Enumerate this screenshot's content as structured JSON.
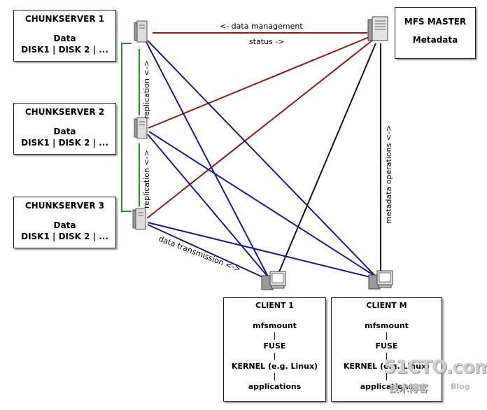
{
  "chunkservers": [
    {
      "title": "CHUNKSERVER 1",
      "data_label": "Data",
      "disks": "DISK1 | DISK 2 | ..."
    },
    {
      "title": "CHUNKSERVER 2",
      "data_label": "Data",
      "disks": "DISK1 | DISK 2 | ..."
    },
    {
      "title": "CHUNKSERVER 3",
      "data_label": "Data",
      "disks": "DISK1 | DISK 2 | ..."
    }
  ],
  "master": {
    "title": "MFS MASTER",
    "subtitle": "Metadata"
  },
  "clients": [
    {
      "title": "CLIENT 1",
      "layers": [
        "mfsmount",
        "FUSE",
        "KERNEL (e.g. Linux)",
        "applications"
      ]
    },
    {
      "title": "CLIENT M",
      "layers": [
        "mfsmount",
        "FUSE",
        "KERNEL (e.g. Linux)",
        "applications"
      ]
    }
  ],
  "connector": "|",
  "labels": {
    "data_management": "<- data management",
    "status": "status ->",
    "replication_1": "replication <->",
    "replication_2": "replication <->",
    "metadata_operations": "metadata operations <->",
    "data_transmission": "data transmission <->"
  },
  "watermark": {
    "site": "51CTO.com",
    "tagline": "技术博客",
    "blog": "Blog"
  },
  "colors": {
    "management_line": "#8b1a1a",
    "data_line": "#1a1a8c",
    "replication_line": "#2e8b2e",
    "metadata_line": "#111111"
  }
}
